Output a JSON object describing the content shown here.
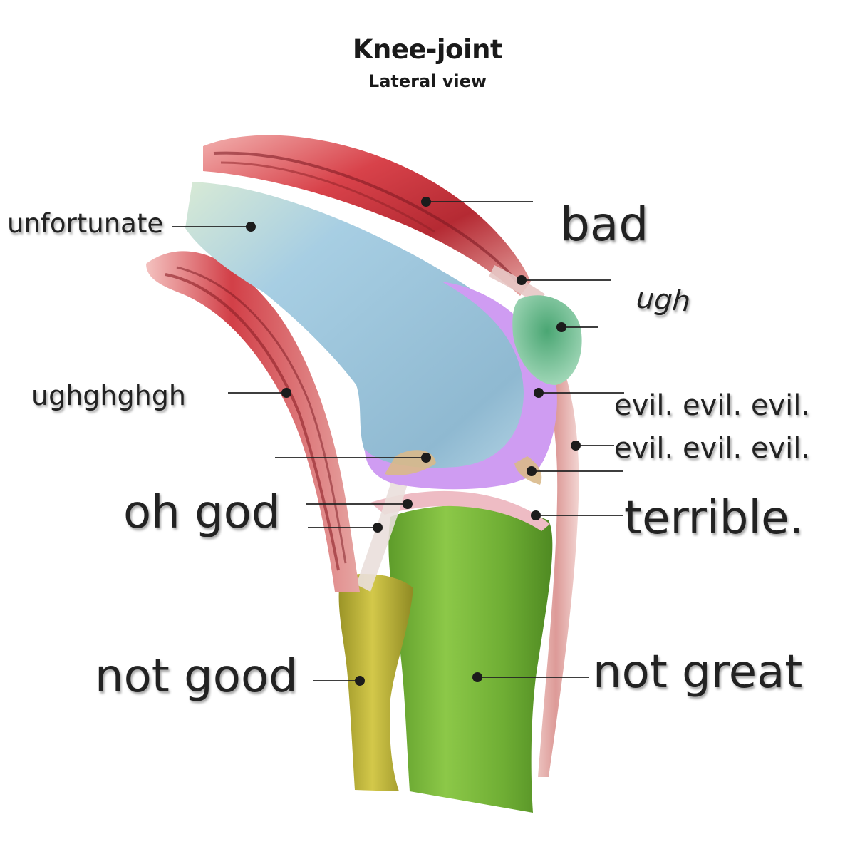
{
  "title": "Knee-joint",
  "subtitle": "Lateral view",
  "labels": {
    "unfortunate": "unfortunate",
    "bad": "bad",
    "ugh": "ugh",
    "ughghghgh": "ughghghgh",
    "evil_1": "evil. evil. evil.",
    "evil_2": "evil. evil. evil.",
    "oh_god": "oh god",
    "terrible": "terrible.",
    "not_good": "not good",
    "not_great": "not great"
  },
  "colors": {
    "femur": "#a9cde0",
    "cartilage": "#cf9cf2",
    "patella": "#5cb385",
    "tibia": "#7fba3c",
    "fibula": "#c2b63a",
    "muscle": "#d8424a",
    "tendon": "#e7b8b4",
    "meniscus": "#eebcc4"
  }
}
